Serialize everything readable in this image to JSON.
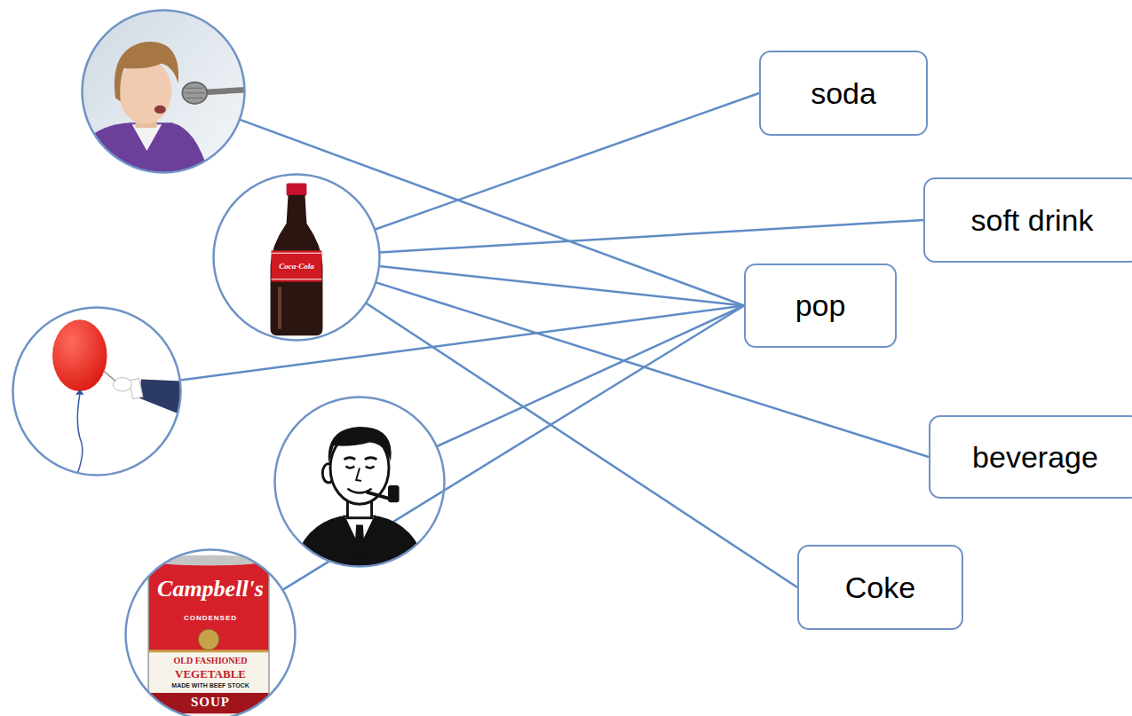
{
  "diagram": {
    "nodes": [
      {
        "text": []
      },
      {
        "text": []
      },
      {
        "text": []
      },
      {
        "text": []
      },
      {
        "text": []
      },
      {
        "text": [
          "soda"
        ]
      },
      {
        "text": [
          "soft drink"
        ]
      },
      {
        "text": [
          "pop"
        ]
      },
      {
        "text": [
          "beverage"
        ]
      },
      {
        "text": [
          "Coke"
        ]
      }
    ],
    "edges": [
      {
        "from": 0,
        "to": 7,
        "arrow": "none"
      },
      {
        "from": 1,
        "to": 5,
        "arrow": "none"
      },
      {
        "from": 1,
        "to": 6,
        "arrow": "none"
      },
      {
        "from": 1,
        "to": 7,
        "arrow": "none"
      },
      {
        "from": 1,
        "to": 8,
        "arrow": "none"
      },
      {
        "from": 1,
        "to": 9,
        "arrow": "none"
      },
      {
        "from": 2,
        "to": 7,
        "arrow": "none"
      },
      {
        "from": 3,
        "to": 7,
        "arrow": "none"
      },
      {
        "from": 4,
        "to": 7,
        "arrow": "none"
      }
    ],
    "labels": [
      "Coca-Cola",
      "Campbell's",
      "CONDENSED",
      "OLD FASHIONED",
      "VEGETABLE",
      "MADE WITH BEEF STOCK",
      "SOUP"
    ]
  }
}
